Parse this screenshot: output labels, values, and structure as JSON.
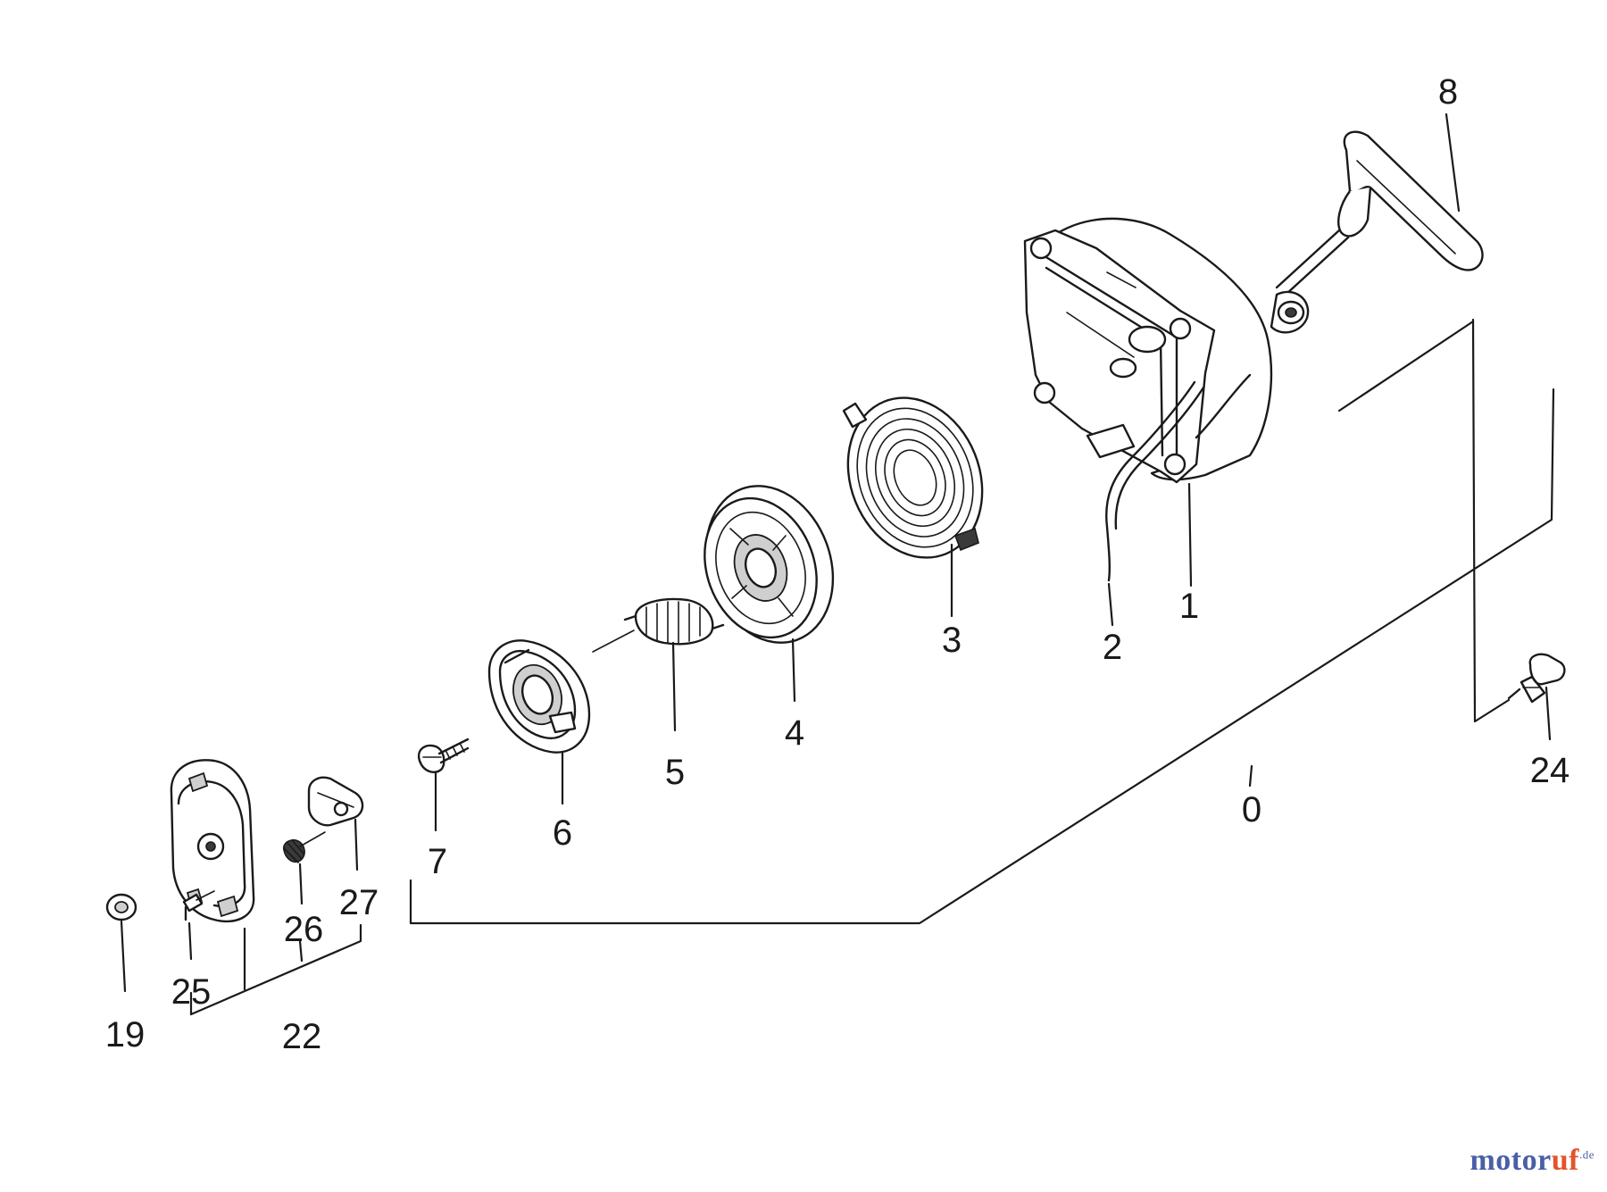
{
  "callouts": {
    "c0": "0",
    "c1": "1",
    "c2": "2",
    "c3": "3",
    "c4": "4",
    "c5": "5",
    "c6": "6",
    "c7": "7",
    "c8": "8",
    "c19": "19",
    "c22": "22",
    "c24": "24",
    "c25": "25",
    "c26": "26",
    "c27": "27"
  },
  "watermark": {
    "part_a": "motor",
    "part_b": "uf",
    "suffix": ".de"
  }
}
